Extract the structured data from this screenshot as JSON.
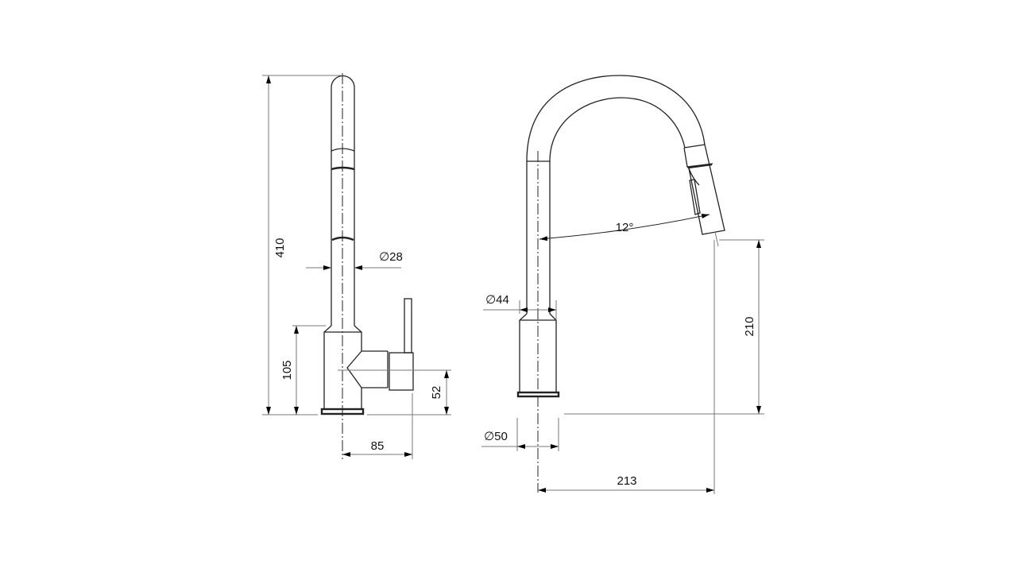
{
  "drawing": {
    "side_view": {
      "height_total": "410",
      "spout_diameter": "∅28",
      "body_height": "105",
      "lever_height": "52",
      "lever_reach": "85"
    },
    "front_view": {
      "spray_angle": "12°",
      "stem_diameter": "∅44",
      "base_diameter": "∅50",
      "outlet_height": "210",
      "spout_reach": "213"
    }
  }
}
